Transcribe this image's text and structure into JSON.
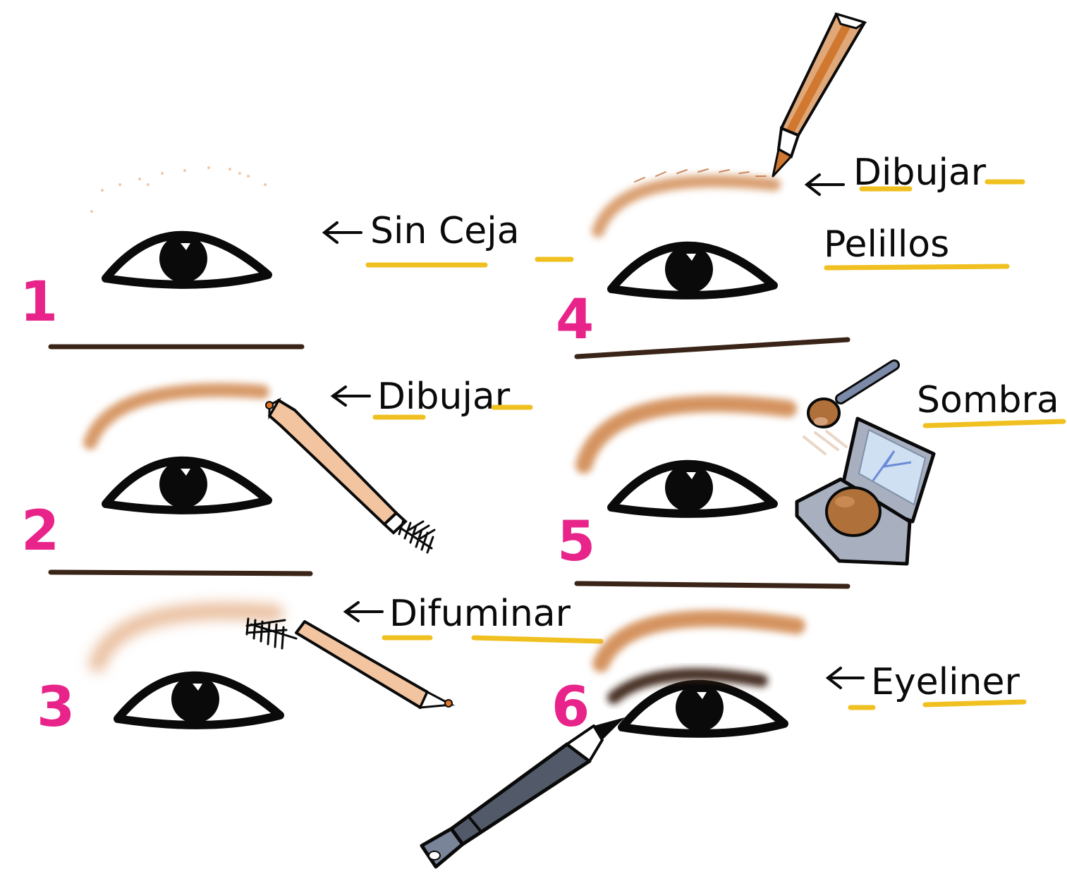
{
  "colors": {
    "number": "#e8248a",
    "brow": "#d08850",
    "brow_faded": "#e6b48e",
    "divider": "#3a2418",
    "underline": "#f0c020",
    "ink": "#0a0a0a",
    "pencil_body": "#f2c4a0",
    "eyeliner_pen": "#525a6a",
    "compact": "#a8b0c0",
    "shadow_pan": "#b0703a"
  },
  "steps": [
    {
      "number": "1",
      "label": "Sin Ceja"
    },
    {
      "number": "2",
      "label": "Dibujar"
    },
    {
      "number": "3",
      "label": "Difuminar"
    },
    {
      "number": "4",
      "label": "Dibujar",
      "label_line2": "Pelillos"
    },
    {
      "number": "5",
      "label": "Sombra"
    },
    {
      "number": "6",
      "label": "Eyeliner"
    }
  ],
  "icons": {
    "arrow": "left-arrow-icon",
    "pencil": "eyebrow-pencil-icon",
    "spoolie": "spoolie-brush-icon",
    "applicator": "shadow-applicator-icon",
    "compact": "eyeshadow-compact-icon",
    "eyeliner": "eyeliner-pen-icon"
  }
}
